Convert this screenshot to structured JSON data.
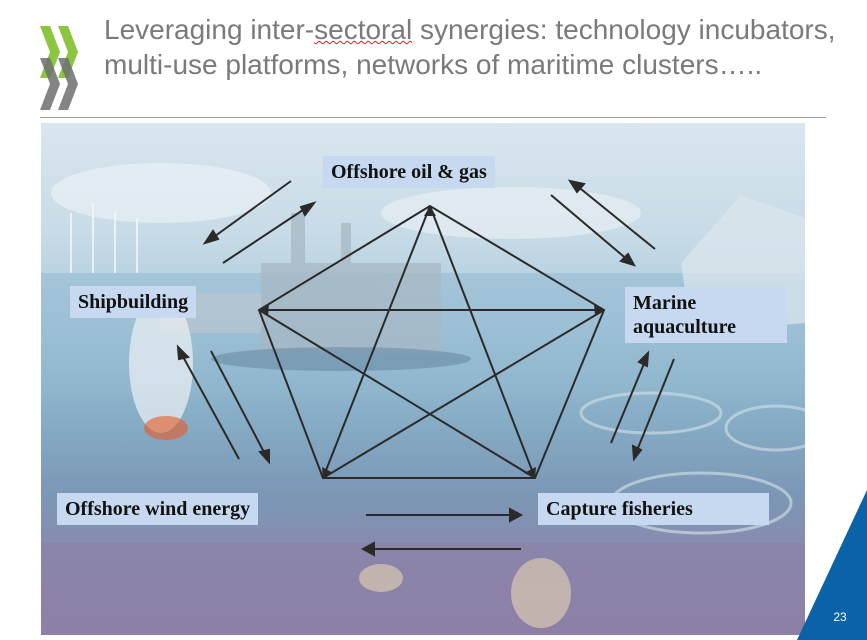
{
  "slide": {
    "title_before": "Leveraging inter-",
    "title_squiggle": "sectoral",
    "title_after": " synergies: technology incubators, multi-use platforms, networks of maritime clusters…..",
    "page_number": "23"
  },
  "nodes": {
    "oil_gas": "Offshore oil & gas",
    "shipbuilding": "Shipbuilding",
    "aquaculture": "Marine aquaculture",
    "wind": "Offshore wind energy",
    "fisheries": "Capture fisheries"
  },
  "colors": {
    "title_text": "#7a7a7a",
    "label_fill": "#c6d9f0",
    "logo_green": "#8cc63f",
    "logo_grey": "#6d6e71",
    "corner_blue": "#0a63a8",
    "diagram_lines": "#2a2a2a"
  }
}
